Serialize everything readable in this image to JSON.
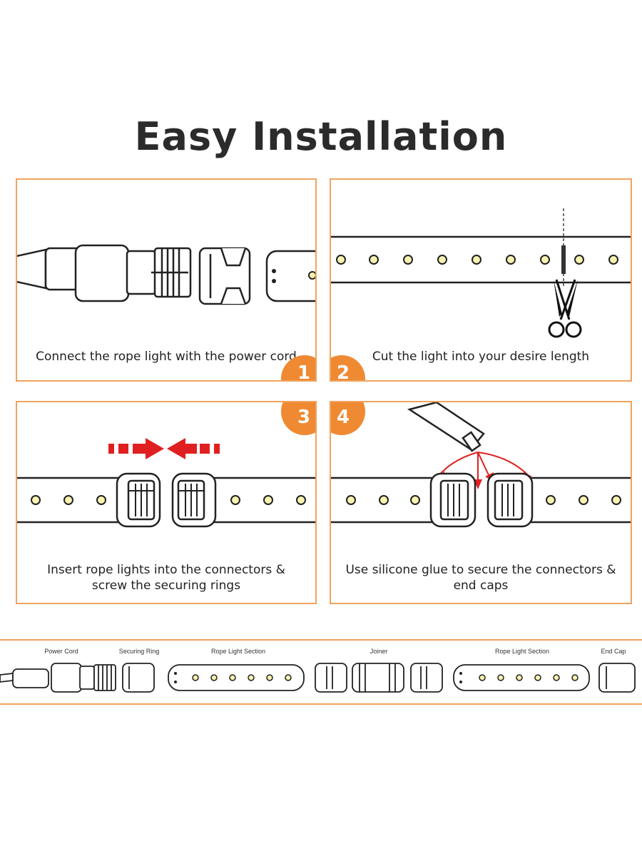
{
  "title": "Easy Installation",
  "steps": [
    {
      "number": "1",
      "caption": "Connect the rope light with the power cord"
    },
    {
      "number": "2",
      "caption": "Cut the light into your desire length"
    },
    {
      "number": "3",
      "caption": "Insert rope lights into the connectors & screw the securing rings"
    },
    {
      "number": "4",
      "caption": "Use silicone glue to secure the connectors & end caps"
    }
  ],
  "parts": {
    "power_cord": "Power Cord",
    "securing_ring": "Securing Ring",
    "rope_light_section_1": "Rope Light Section",
    "joiner": "Joiner",
    "rope_light_section_2": "Rope Light Section",
    "end_cap": "End Cap"
  },
  "colors": {
    "accent": "#ef8a33",
    "border": "#f0a35e",
    "arrow": "#e02020",
    "led": "#f7f3b0"
  }
}
